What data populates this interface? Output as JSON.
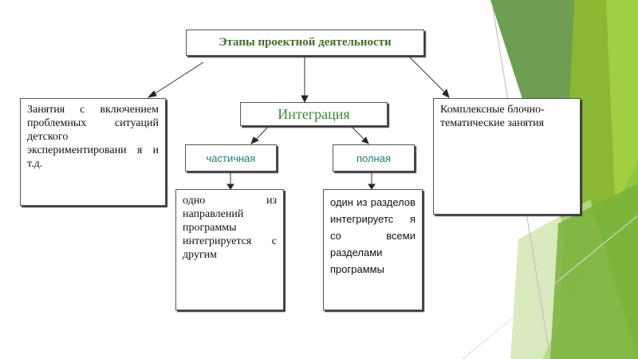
{
  "title": "Этапы проектной деятельности",
  "left_box": "Занятия с включением проблемных ситуаций детского экспериментировани я и т.д.",
  "integration": "Интеграция",
  "partial": "частичная",
  "full": "полная",
  "partial_desc": "одно из направлений программы интегрируется с другим",
  "full_desc": "один из разделов интегрируетс я со всеми разделами программы",
  "right_box": "Комплексные блочно-тематические занятия",
  "colors": {
    "title_green": "#3f6f2e",
    "teal": "#1f7a7a",
    "dark_green": "#6a9a4a",
    "lime": "#8cc63f"
  }
}
